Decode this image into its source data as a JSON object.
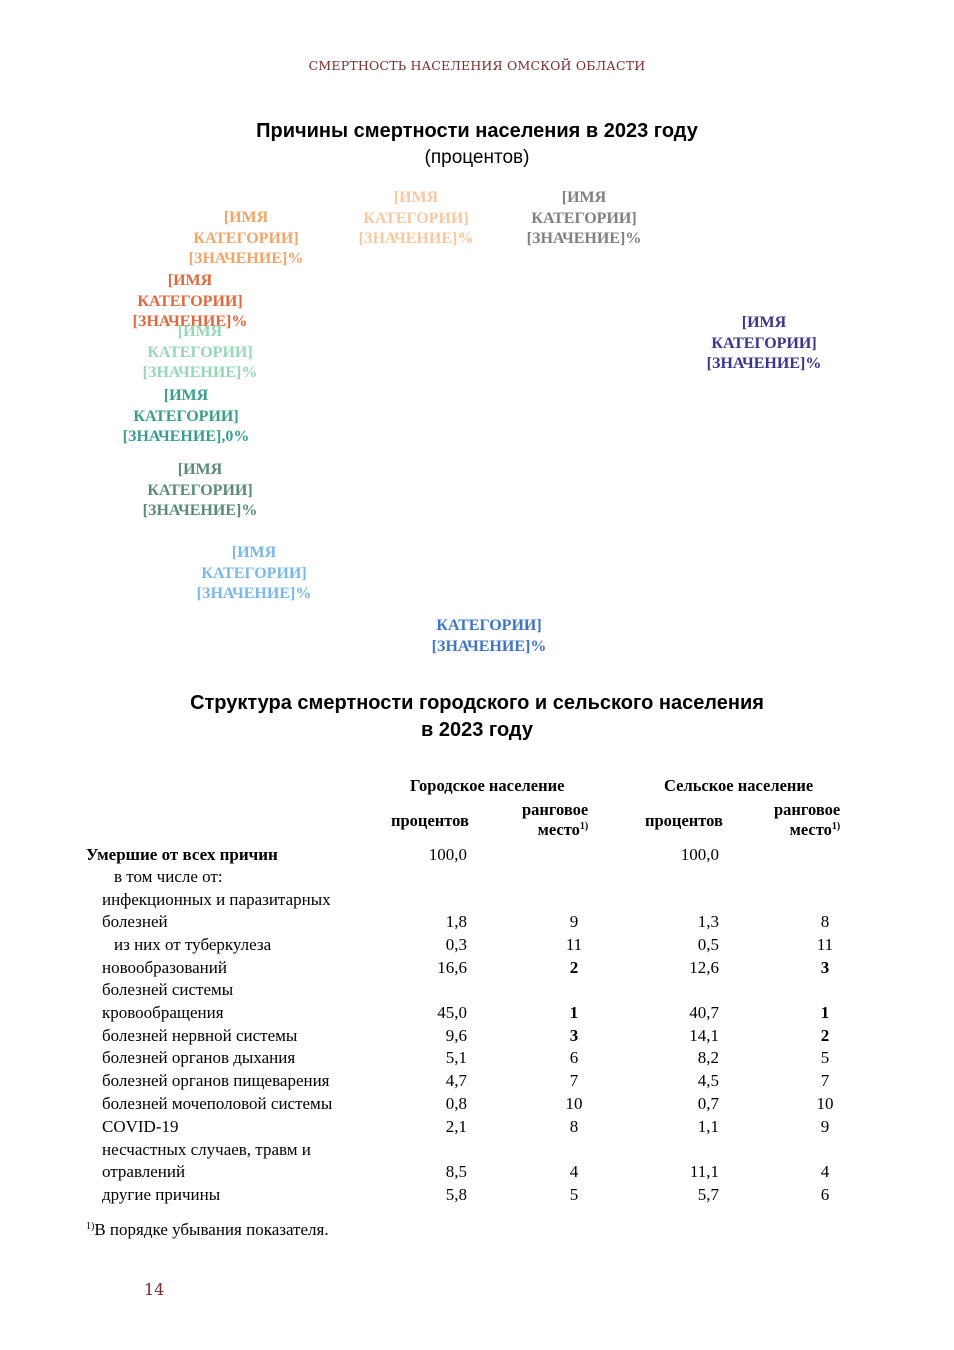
{
  "header": "СМЕРТНОСТЬ НАСЕЛЕНИЯ ОМСКОЙ ОБЛАСТИ",
  "chart": {
    "title": "Причины смертности населения в 2023 году",
    "subtitle": "(процентов)",
    "labels": [
      {
        "lines": [
          "[ИМЯ",
          "КАТЕГОРИИ]",
          "[ЗНАЧЕНИЕ]%"
        ],
        "color": "#808080"
      },
      {
        "lines": [
          "[ИМЯ",
          "КАТЕГОРИИ]",
          "[ЗНАЧЕНИЕ]%"
        ],
        "color": "#f9c89e"
      },
      {
        "lines": [
          "[ИМЯ",
          "КАТЕГОРИИ]",
          "[ЗНАЧЕНИЕ]%"
        ],
        "color": "#f4a467"
      },
      {
        "lines": [
          "[ИМЯ",
          "КАТЕГОРИИ]",
          "[ЗНАЧЕНИЕ]%"
        ],
        "color": "#e2683c"
      },
      {
        "lines": [
          "[ИМЯ",
          "КАТЕГОРИИ]",
          "[ЗНАЧЕНИЕ]%"
        ],
        "color": "#96d7b8"
      },
      {
        "lines": [
          "[ИМЯ",
          "КАТЕГОРИИ]",
          "[ЗНАЧЕНИЕ],0%"
        ],
        "color": "#3a9e8e"
      },
      {
        "lines": [
          "[ИМЯ",
          "КАТЕГОРИИ]",
          "[ЗНАЧЕНИЕ]%"
        ],
        "color": "#5a8a7a"
      },
      {
        "lines": [
          "[ИМЯ",
          "КАТЕГОРИИ]",
          "[ЗНАЧЕНИЕ]%"
        ],
        "color": "#7ab8ec"
      },
      {
        "lines": [
          "КАТЕГОРИИ]",
          "[ЗНАЧЕНИЕ]%"
        ],
        "color": "#3f75c8"
      },
      {
        "lines": [
          "[ИМЯ",
          "КАТЕГОРИИ]",
          "[ЗНАЧЕНИЕ]%"
        ],
        "color": "#3a358e"
      }
    ]
  },
  "table": {
    "title_line1": "Структура смертности городского и сельского населения",
    "title_line2": "в 2023 году",
    "group_urban": "Городское население",
    "group_rural": "Сельское население",
    "col_percent": "процентов",
    "col_rank_line1": "ранговое",
    "col_rank_line2": "место",
    "footnote_mark": "1)",
    "total_label": "Умершие от всех причин",
    "total_urban": "100,0",
    "total_rural": "100,0",
    "including": "в том числе от:",
    "rows": [
      {
        "label": "инфекционных и паразитарных",
        "up": "",
        "ur": "",
        "rp": "",
        "rr": "",
        "bold": false
      },
      {
        "label": "болезней",
        "up": "1,8",
        "ur": "9",
        "rp": "1,3",
        "rr": "8",
        "bold": false
      },
      {
        "label": "  из них от туберкулеза",
        "up": "0,3",
        "ur": "11",
        "rp": "0,5",
        "rr": "11",
        "bold": false
      },
      {
        "label": "новообразований",
        "up": "16,6",
        "ur": "2",
        "rp": "12,6",
        "rr": "3",
        "bold": true
      },
      {
        "label": "болезней системы",
        "up": "",
        "ur": "",
        "rp": "",
        "rr": "",
        "bold": false
      },
      {
        "label": "кровообращения",
        "up": "45,0",
        "ur": "1",
        "rp": "40,7",
        "rr": "1",
        "bold": true
      },
      {
        "label": "болезней нервной системы",
        "up": "9,6",
        "ur": "3",
        "rp": "14,1",
        "rr": "2",
        "bold": true
      },
      {
        "label": "болезней органов дыхания",
        "up": "5,1",
        "ur": "6",
        "rp": "8,2",
        "rr": "5",
        "bold": false
      },
      {
        "label": "болезней органов пищеварения",
        "up": "4,7",
        "ur": "7",
        "rp": "4,5",
        "rr": "7",
        "bold": false
      },
      {
        "label": "болезней мочеполовой системы",
        "up": "0,8",
        "ur": "10",
        "rp": "0,7",
        "rr": "10",
        "bold": false
      },
      {
        "label": "COVID-19",
        "up": "2,1",
        "ur": "8",
        "rp": "1,1",
        "rr": "9",
        "bold": false
      },
      {
        "label": "несчастных случаев, травм и",
        "up": "",
        "ur": "",
        "rp": "",
        "rr": "",
        "bold": false
      },
      {
        "label": "отравлений",
        "up": "8,5",
        "ur": "4",
        "rp": "11,1",
        "rr": "4",
        "bold": false
      },
      {
        "label": "другие причины",
        "up": "5,8",
        "ur": "5",
        "rp": "5,7",
        "rr": "6",
        "bold": false
      }
    ]
  },
  "footnote": "В порядке убывания показателя.",
  "page_number": "14"
}
